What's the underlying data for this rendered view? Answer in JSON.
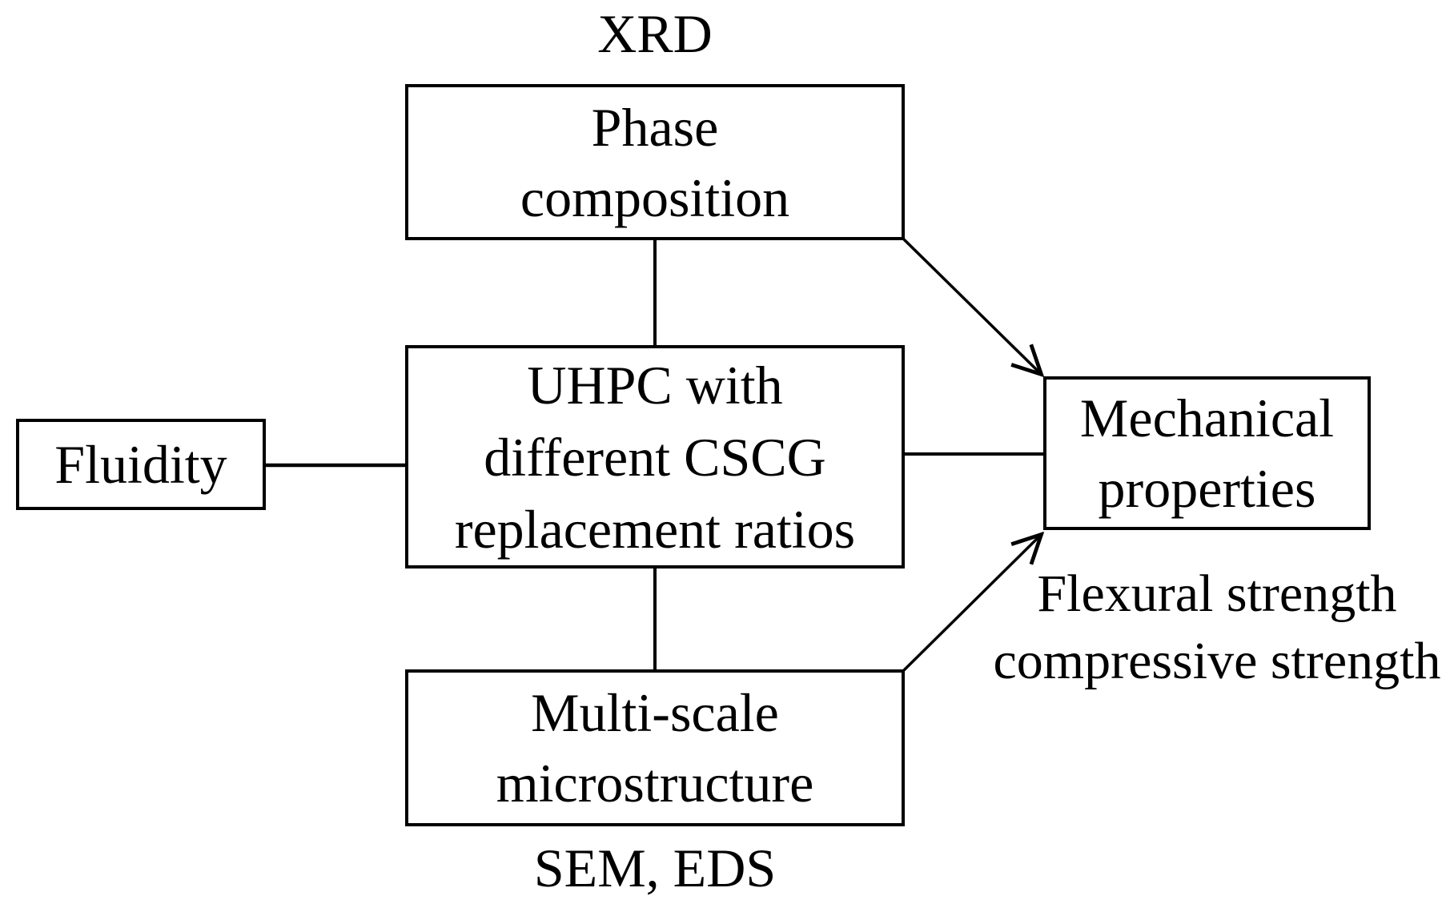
{
  "diagram": {
    "title_context": "Research scheme flowchart",
    "colors": {
      "ink": "#000000",
      "paper": "#ffffff"
    },
    "nodes": {
      "phase_composition": {
        "lines": [
          "Phase",
          "composition"
        ]
      },
      "uhpc": {
        "lines": [
          "UHPC with",
          "different CSCG",
          "replacement ratios"
        ]
      },
      "fluidity": {
        "lines": [
          "Fluidity"
        ]
      },
      "mechanical": {
        "lines": [
          "Mechanical",
          "properties"
        ]
      },
      "multiscale": {
        "lines": [
          "Multi-scale",
          "microstructure"
        ]
      }
    },
    "annotations": {
      "xrd": "XRD",
      "sem_eds": "SEM, EDS",
      "strength_line1": "Flexural strength",
      "strength_line2": "compressive strength"
    }
  }
}
